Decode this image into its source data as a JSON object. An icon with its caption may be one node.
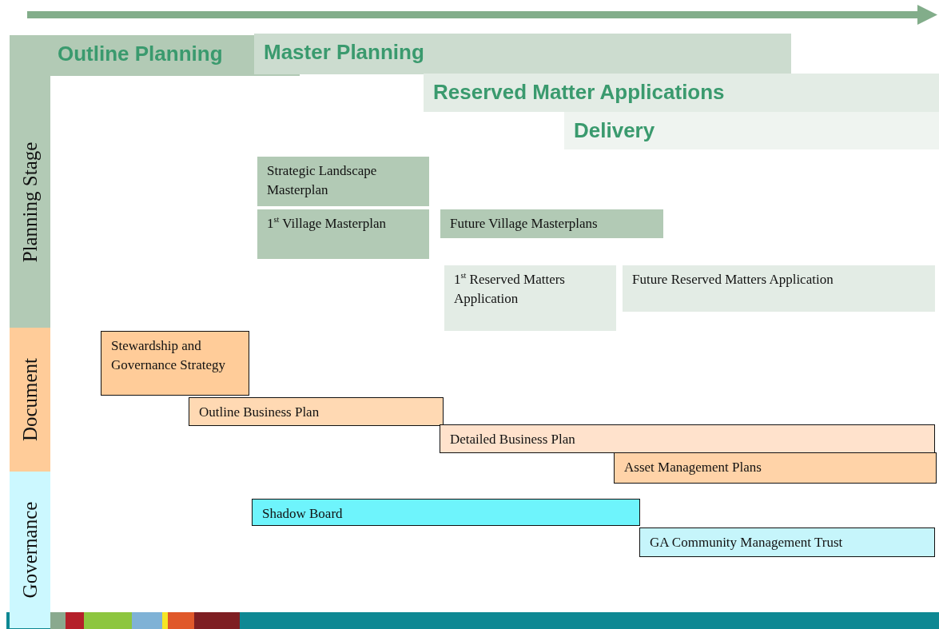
{
  "diagram": {
    "nodes": [
      {
        "text": [
          "Outline Planning"
        ]
      },
      {
        "text": [
          "Master Planning"
        ]
      },
      {
        "text": [
          "Reserved Matter Applications"
        ]
      },
      {
        "text": [
          "Delivery"
        ]
      },
      {
        "text": [
          "Planning Stage"
        ]
      },
      {
        "text": [
          "Strategic Landscape Masterplan"
        ]
      },
      {
        "text": [
          "1$^{st}$ Village Masterplan"
        ]
      },
      {
        "text": [
          "Future Village Masterplans"
        ]
      },
      {
        "text": [
          "1$^{st}$ Reserved Matters Application"
        ]
      },
      {
        "text": [
          "Future Reserved Matters Application"
        ]
      },
      {
        "text": [
          "Document"
        ]
      },
      {
        "text": [
          "Stewardship and Governance Strategy"
        ]
      },
      {
        "text": [
          "Outline Business Plan"
        ]
      },
      {
        "text": [
          "Detailed Business Plan"
        ]
      },
      {
        "text": [
          "Asset Management Plans"
        ]
      },
      {
        "text": [
          "Governance"
        ]
      },
      {
        "text": [
          "Shadow Board"
        ]
      },
      {
        "text": [
          "GA Community Management Trust"
        ]
      }
    ]
  }
}
